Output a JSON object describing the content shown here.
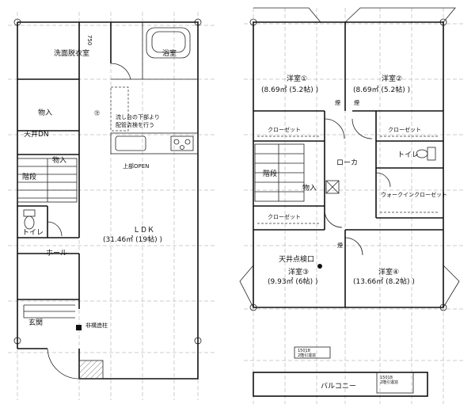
{
  "floor1": {
    "rooms": {
      "washroom": "洗面脱衣室",
      "bath": "浴室",
      "storage_upper": "物入",
      "ceiling_dn": "天井DN",
      "storage_lower": "物入",
      "stairs": "階段",
      "toilet": "トイレ",
      "hall": "ホール",
      "entrance": "玄関",
      "ldk_name": "ＬＤＫ",
      "ldk_area": "(31.46㎡ (19帖) )"
    },
    "notes": {
      "dim_750": "750",
      "sink_note_line1": "流し台の下部より",
      "sink_note_line2": "配管点検を行う",
      "upper_open": "上部OPEN",
      "non_structural_pillar": "非構造柱",
      "access_mark": "㊟"
    }
  },
  "floor2": {
    "rooms": {
      "room1_name": "洋室①",
      "room1_area": "(8.69㎡ (5.2帖) )",
      "room2_name": "洋室②",
      "room2_area": "(8.69㎡ (5.2帖) )",
      "room3_name": "洋室③",
      "room3_area": "(9.93㎡ (6帖) )",
      "room4_name": "洋室④",
      "room4_area": "(13.66㎡ (8.2帖) )",
      "closet_left": "クローゼット",
      "closet_right": "クローゼット",
      "closet_lower": "クローゼット",
      "walk_in_closet": "ウォークインクローゼット",
      "toilet": "トイレ",
      "corridor": "ローカ",
      "stairs": "階段",
      "storage": "物入",
      "balcony": "バルコニー"
    },
    "notes": {
      "ceiling_access": "天井点検口",
      "smoke_left": "煙",
      "smoke_right": "煙",
      "smoke_lower": "煙",
      "tag_left_line1": "15018",
      "tag_left_line2": "2階引違窓",
      "tag_right_line1": "15018",
      "tag_right_line2": "2階引違窓"
    }
  }
}
